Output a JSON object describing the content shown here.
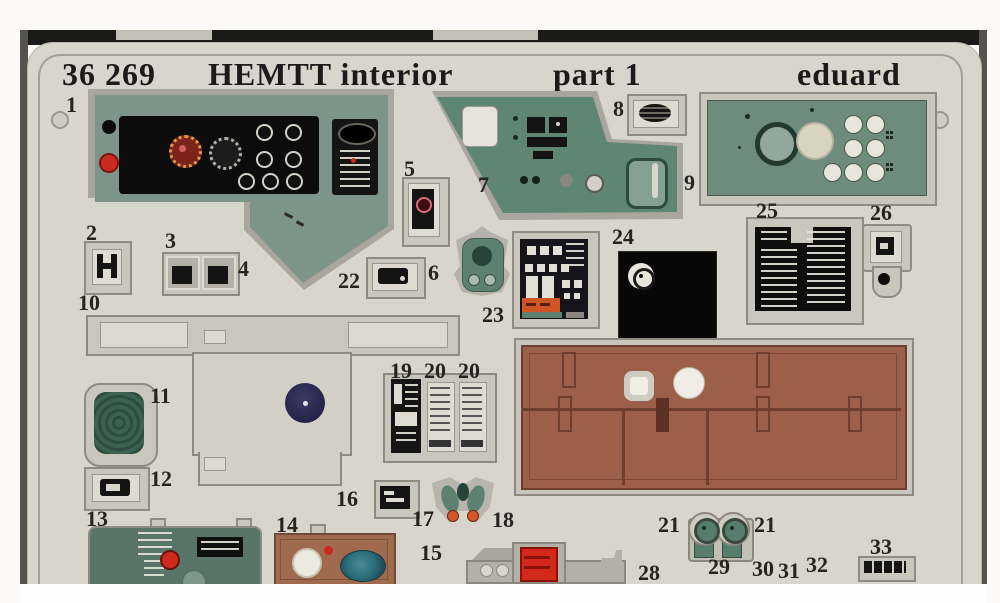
{
  "header": {
    "catalog": "36 269",
    "product": "HEMTT interior",
    "part": "part 1",
    "brand": "eduard"
  },
  "labels": {
    "n1": "1",
    "n2": "2",
    "n3": "3",
    "n4": "4",
    "n5": "5",
    "n6": "6",
    "n7": "7",
    "n8": "8",
    "n9": "9",
    "n10": "10",
    "n11": "11",
    "n12": "12",
    "n13": "13",
    "n14": "14",
    "n15": "15",
    "n16": "16",
    "n17": "17",
    "n18": "18",
    "n19": "19",
    "n20a": "20",
    "n20b": "20",
    "n21a": "21",
    "n21b": "21",
    "n22": "22",
    "n23": "23",
    "n24": "24",
    "n25": "25",
    "n26": "26",
    "n28": "28",
    "n29": "29",
    "n30": "30",
    "n31": "31",
    "n32": "32",
    "n33": "33"
  },
  "colors": {
    "sheet": "#d8d5cc",
    "metal": "#c9c6bd",
    "frameline": "#8e8b83",
    "ink": "#141414",
    "sage": "#7d948a",
    "green7": "#5e8672",
    "green9": "#6e8c7e",
    "green13": "#587568",
    "green6": "#5e8070",
    "green21": "#567d6d",
    "green11": "#3c6052",
    "brown": "#9c604a",
    "brownline": "#6e3f2f",
    "brown14": "#a06a4e",
    "red": "#cc2a20",
    "navy": "#312f55",
    "cream": "#d9d4c0",
    "teal": "#2e6f7d",
    "orange": "#cf5526"
  }
}
